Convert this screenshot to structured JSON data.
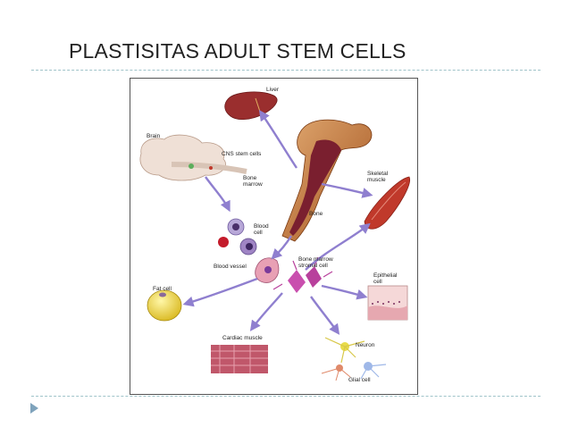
{
  "slide": {
    "title": "PLASTISITAS ADULT STEM CELLS"
  },
  "figure": {
    "labels": {
      "liver": "Liver",
      "brain": "Brain",
      "cns_stem_cells": "CNS stem cells",
      "bone_marrow_1": "Bone",
      "bone_marrow_2": "marrow",
      "skeletal_muscle_1": "Skeletal",
      "skeletal_muscle_2": "muscle",
      "bone": "Bone",
      "blood_cell_1": "Blood",
      "blood_cell_2": "cell",
      "blood_vessel": "Blood vessel",
      "stromal_cell_1": "Bone marrow",
      "stromal_cell_2": "stromal cell",
      "epithelial_cell_1": "Epithelial",
      "epithelial_cell_2": "cell",
      "fat_cell": "Fat cell",
      "cardiac_muscle": "Cardiac muscle",
      "neuron": "Neuron",
      "glial_cell": "Glial cell"
    },
    "colors": {
      "arrow": "#8f7fcf",
      "bone": "#b86a2a",
      "marrow": "#7a1f2f",
      "liver": "#9a2e2e",
      "muscle": "#c0392b",
      "fat": "#e8d23a"
    }
  }
}
